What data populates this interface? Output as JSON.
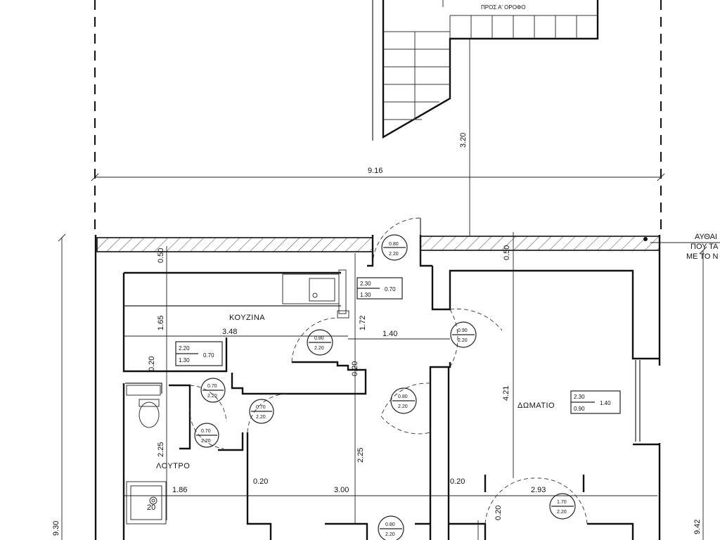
{
  "stairs_label": "ΠΡΟΣ Α' ΟΡΟΦΟ",
  "rooms": {
    "kitchen": "ΚΟΥΖΙΝΑ",
    "bathroom": "ΛΟΥΤΡΟ",
    "bedroom": "ΔΩΜΑΤΙΟ"
  },
  "note_lines": [
    "ΑΥΘΑΙ",
    "ΠΟΥ ΤΑ",
    "ΜΕ ΤΟ Ν"
  ],
  "dimensions": {
    "total_width": "9.16",
    "courtyard_depth": "3.20",
    "left_wall_top": "0.50",
    "right_wall_top": "0.50",
    "kitchen_depth": "1.65",
    "kitchen_width": "3.48",
    "hall_depth": "1.72",
    "hall_width": "1.40",
    "bedroom_depth": "4.21",
    "mid_left": "0.20",
    "mid_center": "0.20",
    "bath_depth": "2.25",
    "center_depth": "2.25",
    "bath_width": "1.86",
    "center_width": "3.00",
    "partition_left": "0.20",
    "partition_right": "0.20",
    "right_width": "2.93",
    "bottom_partition": "0.20",
    "bath_small": "20",
    "total_height_left": "9.30",
    "total_height_right": "9.42"
  },
  "openings": {
    "entry_door": [
      "0.80",
      "2.20"
    ],
    "kitchen_window": [
      "2.30",
      "1.30",
      "0.70"
    ],
    "kitchen_door": [
      "0.80",
      "2.20"
    ],
    "bedroom_door": [
      "0.90",
      "2.20"
    ],
    "lower_window": [
      "2.20",
      "1.30",
      "0.70"
    ],
    "bath_door_a": [
      "0.70",
      "2.20"
    ],
    "bath_door_b": [
      "0.70",
      "2.20"
    ],
    "closet_door": [
      "0.70",
      "2.20"
    ],
    "hall_door": [
      "0.80",
      "2.20"
    ],
    "bedroom_window": [
      "2.30",
      "0.90",
      "1.40"
    ],
    "bottom_right_door": [
      "1.70",
      "2.20"
    ],
    "bottom_door": [
      "0.80",
      "2.20"
    ]
  }
}
